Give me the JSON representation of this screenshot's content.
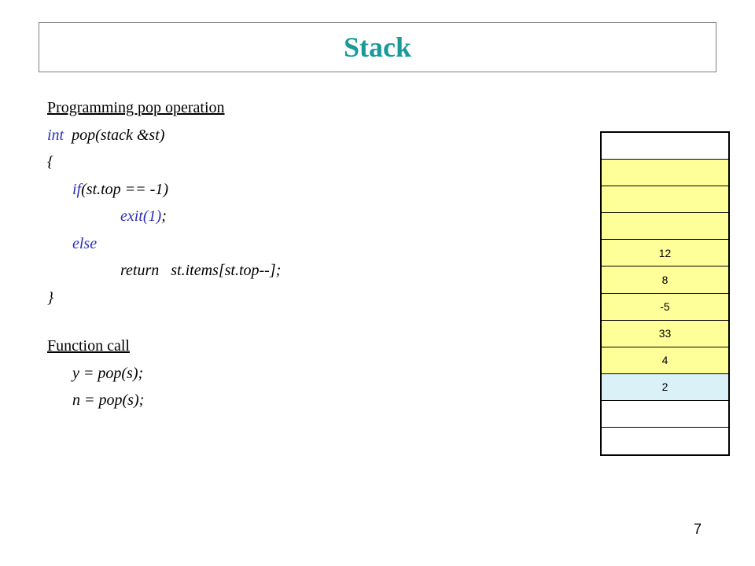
{
  "slide": {
    "title": "Stack",
    "page_number": "7",
    "colors": {
      "title": "#1a9999",
      "code_blue": "#2e2eb8",
      "cell_yellow": "#ffff99",
      "cell_top": "#d9f1f7"
    }
  },
  "content": {
    "heading1": "Programming pop operation",
    "code": {
      "signature_type": "int",
      "signature_rest": "  pop(stack &st)",
      "open_brace": "{",
      "if_keyword": "if",
      "if_cond": "(st.top == -1)",
      "exit_call": "exit(1)",
      "exit_semicolon": ";",
      "else_keyword": "else",
      "return_stmt": "return   st.items[st.top--];",
      "close_brace": "}"
    },
    "heading2": "Function call",
    "calls": [
      "y = pop(s);",
      "n = pop(s);"
    ]
  },
  "stack": {
    "cells": [
      "",
      "",
      "",
      "",
      "12",
      "8",
      "-5",
      "33",
      "4",
      "2",
      "",
      ""
    ]
  }
}
